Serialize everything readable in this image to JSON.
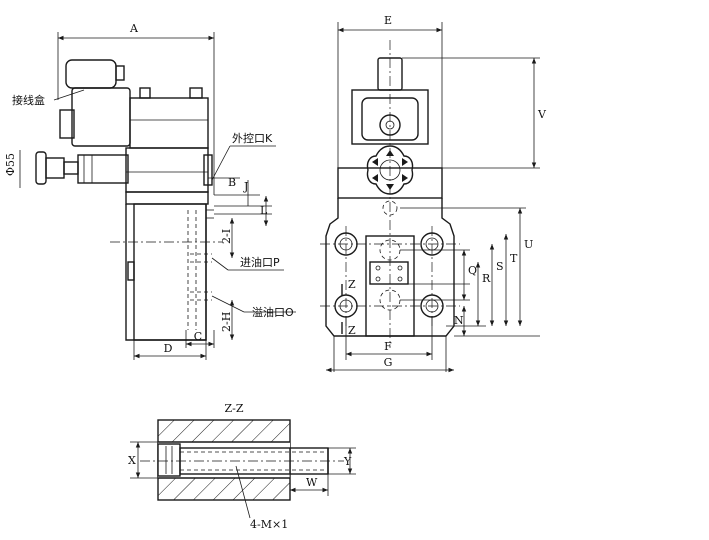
{
  "front_view": {
    "junction_box_label": "接线盒",
    "phi_label": "Φ55",
    "external_control_port_label": "外控口K",
    "inlet_port_label": "进油口P",
    "overflow_port_label": "溢油口O",
    "dim_A": "A",
    "dim_B": "B",
    "dim_J": "J",
    "dim_L": "L",
    "dim_2I": "2-I",
    "dim_2H": "2-H",
    "dim_C": "C",
    "dim_D": "D"
  },
  "side_view": {
    "dim_E": "E",
    "dim_V": "V",
    "dim_U": "U",
    "dim_T": "T",
    "dim_S": "S",
    "dim_R": "R",
    "dim_Q": "Q",
    "dim_N": "N",
    "dim_F": "F",
    "dim_G": "G",
    "section_mark_top": "Z",
    "section_mark_bottom": "Z"
  },
  "section_view": {
    "title": "Z-Z",
    "dim_X": "X",
    "dim_Y": "Y",
    "dim_W": "W",
    "bolt_label": "4-M×1"
  }
}
